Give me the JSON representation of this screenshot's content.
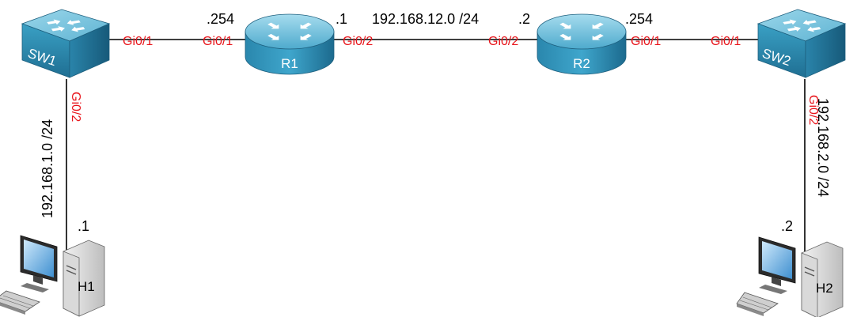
{
  "colors": {
    "port_label": "#e8151b",
    "text": "#000000",
    "device_body": "#3c9dbf",
    "device_top": "#7cc7e0",
    "link": "#000000"
  },
  "devices": {
    "sw1": {
      "label": "SW1",
      "type": "switch",
      "icon": "switch-icon"
    },
    "r1": {
      "label": "R1",
      "type": "router",
      "icon": "router-icon"
    },
    "r2": {
      "label": "R2",
      "type": "router",
      "icon": "router-icon"
    },
    "sw2": {
      "label": "SW2",
      "type": "switch",
      "icon": "switch-icon"
    },
    "h1": {
      "label": "H1",
      "type": "host",
      "icon": "workstation-icon"
    },
    "h2": {
      "label": "H2",
      "type": "host",
      "icon": "workstation-icon"
    }
  },
  "links": {
    "sw1_r1": {
      "a_port": "Gi0/1",
      "b_port": "Gi0/1",
      "b_addr": ".254"
    },
    "r1_r2": {
      "a_port": "Gi0/2",
      "b_port": "Gi0/2",
      "network": "192.168.12.0 /24",
      "a_addr": ".1",
      "b_addr": ".2"
    },
    "r2_sw2": {
      "a_port": "Gi0/1",
      "b_port": "Gi0/1",
      "a_addr": ".254"
    },
    "sw1_h1": {
      "a_port": "Gi0/2",
      "network": "192.168.1.0 /24",
      "b_addr": ".1"
    },
    "sw2_h2": {
      "a_port": "Gi0/2",
      "network": "192.168.2.0 /24",
      "b_addr": ".2"
    }
  }
}
